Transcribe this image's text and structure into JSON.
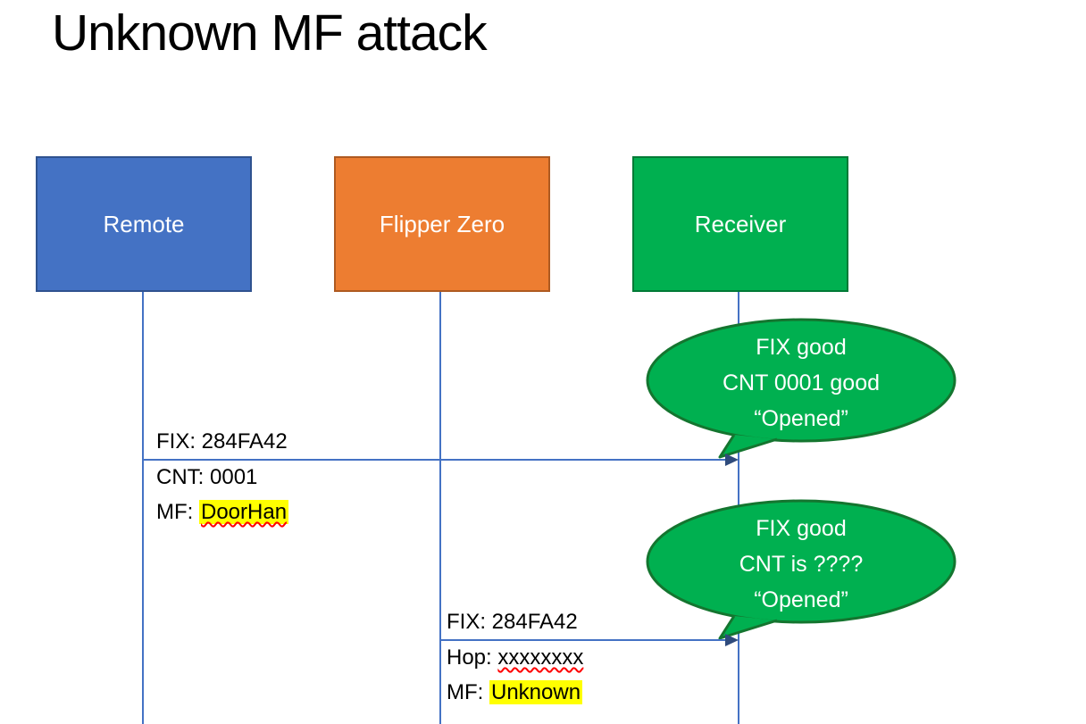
{
  "title": "Unknown MF attack",
  "actors": [
    {
      "label": "Remote",
      "fill": "#4472C4",
      "border": "#2F528F"
    },
    {
      "label": "Flipper Zero",
      "fill": "#ED7D31",
      "border": "#AE5A21"
    },
    {
      "label": "Receiver",
      "fill": "#00B050",
      "border": "#007A36"
    }
  ],
  "messages": {
    "m1": {
      "from": "Remote",
      "to": "Receiver",
      "line1": "FIX: 284FA42",
      "line2": "CNT: 0001",
      "line3_prefix": "MF: ",
      "line3_value": "DoorHan"
    },
    "m2": {
      "from": "Flipper Zero",
      "to": "Receiver",
      "line1": "FIX: 284FA42",
      "line2_prefix": "Hop: ",
      "line2_value": "xxxxxxxx",
      "line3_prefix": "MF: ",
      "line3_value": "Unknown"
    }
  },
  "bubbles": {
    "b1": {
      "line1": "FIX good",
      "line2": "CNT 0001 good",
      "line3": "“Opened”"
    },
    "b2": {
      "line1": "FIX good",
      "line2": "CNT is ????",
      "line3": "“Opened”"
    }
  },
  "colors": {
    "lifeline": "#4472C4",
    "arrow": "#4472C4",
    "arrowhead": "#2F4B7C",
    "highlight": "#FFFF00",
    "misspell_underline": "#FF0000",
    "bubble_fill": "#00B050",
    "bubble_border": "#14752F"
  }
}
